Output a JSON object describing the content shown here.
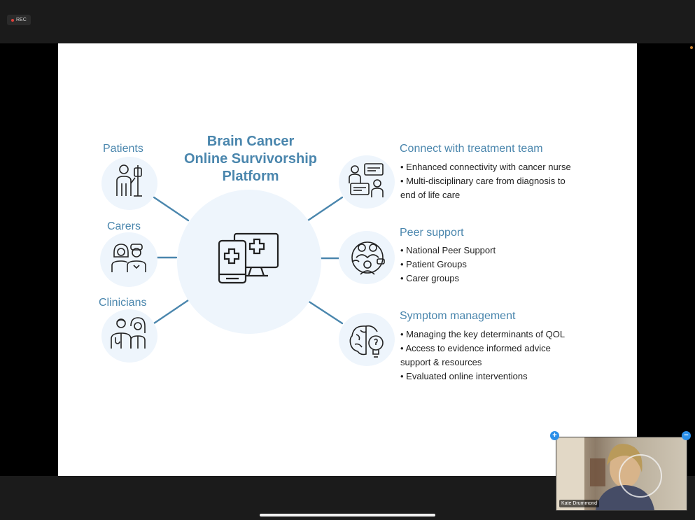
{
  "recording": {
    "label": "REC"
  },
  "slide": {
    "title_lines": [
      "Brain Cancer",
      "Online Survivorship",
      "Platform"
    ],
    "left_groups": [
      {
        "label": "Patients",
        "icon": "patient-icon"
      },
      {
        "label": "Carers",
        "icon": "carers-icon"
      },
      {
        "label": "Clinicians",
        "icon": "clinicians-icon"
      }
    ],
    "hub_icon": "devices-medical-icon",
    "sections": [
      {
        "title": "Connect with treatment team",
        "icon": "chat-doctor-icon",
        "bullets": [
          "• Enhanced connectivity with cancer nurse",
          "• Multi-disciplinary care from diagnosis to",
          "end of life care"
        ]
      },
      {
        "title": "Peer support",
        "icon": "peer-support-icon",
        "bullets": [
          "• National Peer Support",
          "• Patient Groups",
          "• Carer groups"
        ]
      },
      {
        "title": "Symptom management",
        "icon": "brain-lightbulb-icon",
        "bullets": [
          "• Managing the key determinants of QOL",
          "• Access to evidence informed advice",
          "support & resources",
          "• Evaluated online interventions"
        ]
      }
    ]
  },
  "video_tile": {
    "participant_name": "Kate Drummond",
    "add_label": "+",
    "remove_label": "−"
  },
  "colors": {
    "accent": "#4a86ad",
    "circle_bg": "#eef5fc",
    "connector": "#4a86ad",
    "button": "#2b8fe8"
  }
}
